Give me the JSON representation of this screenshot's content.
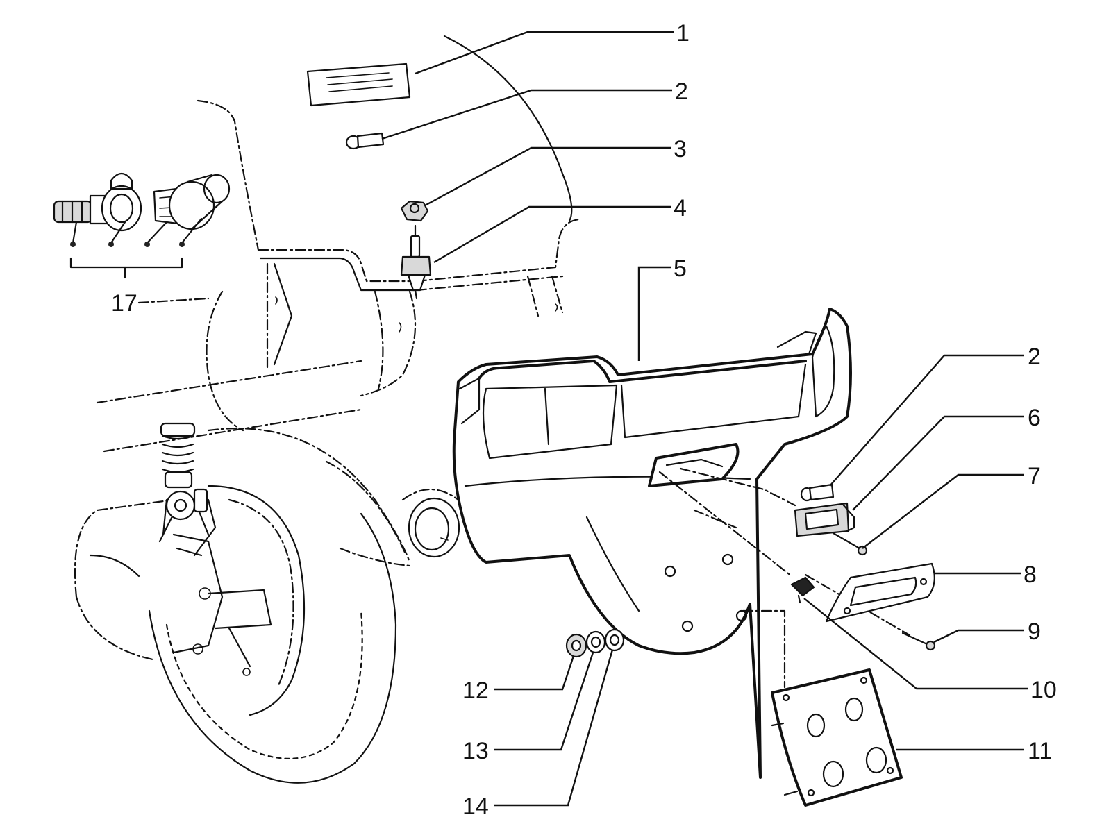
{
  "callouts": [
    {
      "id": "c1",
      "label": "1"
    },
    {
      "id": "c2a",
      "label": "2"
    },
    {
      "id": "c3",
      "label": "3"
    },
    {
      "id": "c4",
      "label": "4"
    },
    {
      "id": "c5",
      "label": "5"
    },
    {
      "id": "c2b",
      "label": "2"
    },
    {
      "id": "c6",
      "label": "6"
    },
    {
      "id": "c7",
      "label": "7"
    },
    {
      "id": "c8",
      "label": "8"
    },
    {
      "id": "c9",
      "label": "9"
    },
    {
      "id": "c10",
      "label": "10"
    },
    {
      "id": "c11",
      "label": "11"
    },
    {
      "id": "c12",
      "label": "12"
    },
    {
      "id": "c13",
      "label": "13"
    },
    {
      "id": "c14",
      "label": "14"
    },
    {
      "id": "c17",
      "label": "17"
    }
  ]
}
